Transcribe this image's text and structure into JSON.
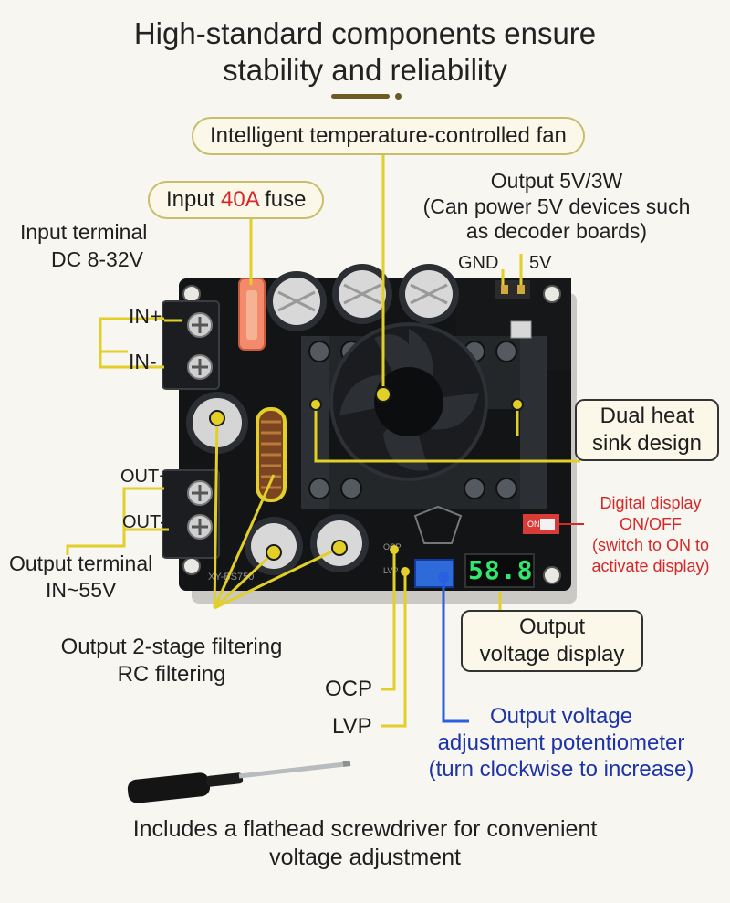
{
  "header": {
    "title_line1": "High-standard components ensure",
    "title_line2": "stability and reliability"
  },
  "callouts": {
    "fan": "Intelligent temperature-controlled fan",
    "fuse_prefix": "Input ",
    "fuse_value": "40A",
    "fuse_suffix": " fuse",
    "input_terminal_line1": "Input terminal",
    "input_terminal_line2": "DC 8-32V",
    "in_plus": "IN+",
    "in_minus": "IN-",
    "out_plus": "OUT+",
    "out_minus": "OUT-",
    "output_terminal_line1": "Output terminal",
    "output_terminal_line2": "IN~55V",
    "output_5v_line1": "Output 5V/3W",
    "output_5v_line2": "(Can power 5V devices such",
    "output_5v_line3": "as decoder boards)",
    "gnd": "GND",
    "five_v": "5V",
    "heatsink_line1": "Dual heat",
    "heatsink_line2": "sink design",
    "display_switch_line1": "Digital display",
    "display_switch_line2": "ON/OFF",
    "display_switch_line3": "(switch to ON to",
    "display_switch_line4": "activate display)",
    "voltage_display_line1": "Output",
    "voltage_display_line2": "voltage display",
    "filtering_line1": "Output 2-stage filtering",
    "filtering_line2": "RC filtering",
    "ocp": "OCP",
    "lvp": "LVP",
    "pot_line1": "Output voltage",
    "pot_line2": "adjustment potentiometer",
    "pot_line3": "(turn clockwise to increase)",
    "screwdriver_line1": "Includes a flathead screwdriver for convenient",
    "screwdriver_line2": "voltage adjustment"
  },
  "board": {
    "display_reading": "58.8",
    "model_silkscreen": "XY-BS750",
    "ocp_silk": "OCP",
    "lvp_silk": "LVP",
    "on_silk": "ON"
  },
  "colors": {
    "accent_yellow": "#e7d521",
    "accent_blue": "#2a5fe0",
    "fuse_red": "#d62828",
    "pot_text_blue": "#1d33a8",
    "display_green": "#32e86e",
    "pcb": "#121416",
    "heatsink": "#24272a"
  }
}
